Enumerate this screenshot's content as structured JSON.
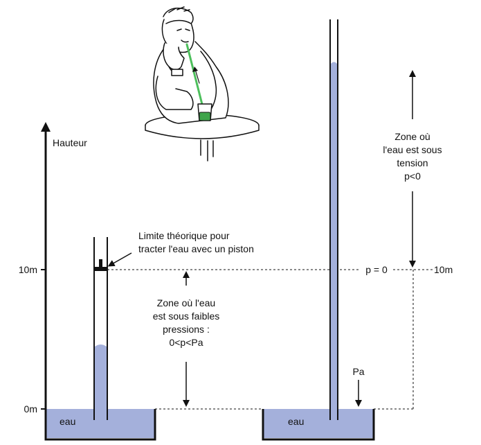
{
  "axis": {
    "label": "Hauteur",
    "tick_10m": "10m",
    "tick_0m": "0m",
    "tick_10m_right": "10m"
  },
  "labels": {
    "piston_limit_line1": "Limite théorique pour",
    "piston_limit_line2": "tracter l'eau avec un piston",
    "low_pressure_line1": "Zone où l'eau",
    "low_pressure_line2": "est sous faibles",
    "low_pressure_line3": "pressions :",
    "low_pressure_line4": "0<p<Pa",
    "tension_line1": "Zone où",
    "tension_line2": "l'eau est sous",
    "tension_line3": "tension",
    "tension_line4": "p<0",
    "p_zero": "p = 0",
    "pa": "Pa",
    "water_left": "eau",
    "water_right": "eau"
  },
  "colors": {
    "water": "#a4b0db",
    "ink": "#111111",
    "straw": "#4dbf5c",
    "glass": "#3ea44a"
  },
  "icons": {
    "person": "person-drinking-straw-illustration"
  }
}
